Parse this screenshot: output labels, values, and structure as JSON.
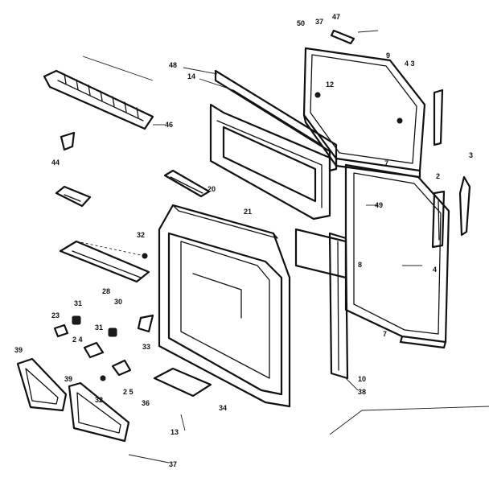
{
  "labels": [
    {
      "id": "50",
      "text": "50"
    },
    {
      "id": "37a",
      "text": "37"
    },
    {
      "id": "47",
      "text": "47"
    },
    {
      "id": "43",
      "text": "4 3"
    },
    {
      "id": "48",
      "text": "48"
    },
    {
      "id": "14a",
      "text": "14"
    },
    {
      "id": "46",
      "text": "46"
    },
    {
      "id": "44",
      "text": "44"
    },
    {
      "id": "20",
      "text": "20"
    },
    {
      "id": "21",
      "text": "21"
    },
    {
      "id": "49",
      "text": "49"
    },
    {
      "id": "3",
      "text": "3"
    },
    {
      "id": "2",
      "text": "2"
    },
    {
      "id": "4",
      "text": "4"
    },
    {
      "id": "32a",
      "text": "32"
    },
    {
      "id": "28",
      "text": "28"
    },
    {
      "id": "30",
      "text": "30"
    },
    {
      "id": "31a",
      "text": "31"
    },
    {
      "id": "23",
      "text": "23"
    },
    {
      "id": "24",
      "text": "2 4"
    },
    {
      "id": "31b",
      "text": "31"
    },
    {
      "id": "33",
      "text": "33"
    },
    {
      "id": "25",
      "text": "2 5"
    },
    {
      "id": "32b",
      "text": "32"
    },
    {
      "id": "36",
      "text": "36"
    },
    {
      "id": "34",
      "text": "34"
    },
    {
      "id": "13",
      "text": "13"
    },
    {
      "id": "39a",
      "text": "39"
    },
    {
      "id": "39b",
      "text": "39"
    },
    {
      "id": "37b",
      "text": "37"
    },
    {
      "id": "10",
      "text": "10"
    },
    {
      "id": "38",
      "text": "38"
    },
    {
      "id": "7a",
      "text": "7"
    },
    {
      "id": "7b",
      "text": "7"
    },
    {
      "id": "9",
      "text": "9"
    },
    {
      "id": "12",
      "text": "12"
    },
    {
      "id": "8",
      "text": "8"
    }
  ]
}
